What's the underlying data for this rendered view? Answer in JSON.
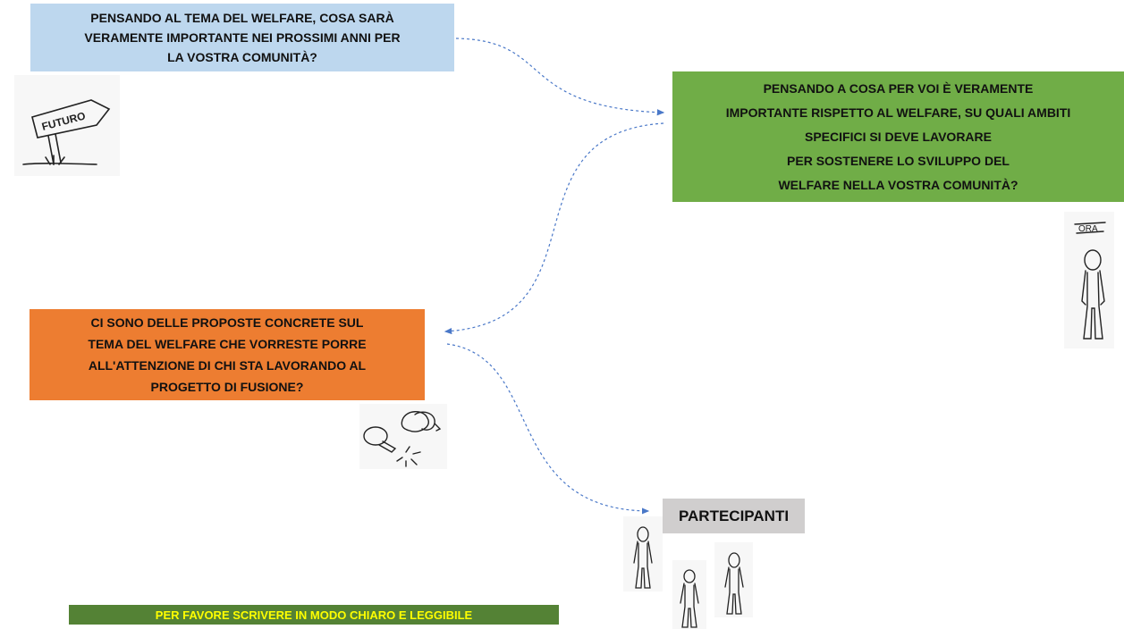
{
  "question_future": {
    "lines": [
      "PENSANDO AL TEMA DEL WELFARE, COSA SARÀ",
      "VERAMENTE  IMPORTANTE NEI PROSSIMI ANNI PER",
      "LA VOSTRA COMUNITÀ?"
    ]
  },
  "question_areas": {
    "lines": [
      "PENSANDO A COSA PER VOI È VERAMENTE",
      "IMPORTANTE RISPETTO  AL WELFARE, SU QUALI AMBITI",
      "SPECIFICI SI DEVE LAVORARE",
      "PER SOSTENERE LO SVILUPPO DEL",
      "WELFARE NELLA VOSTRA COMUNITÀ?"
    ]
  },
  "question_proposals": {
    "lines": [
      "CI SONO DELLE PROPOSTE CONCRETE SUL",
      "TEMA DEL WELFARE CHE VORRESTE PORRE",
      "ALL'ATTENZIONE  DI CHI STA LAVORANDO AL",
      "PROGETTO  DI FUSIONE?"
    ]
  },
  "participants_label": "PARTECIPANTI",
  "footer_note": "PER FAVORE SCRIVERE IN MODO CHIARO E LEGGIBILE",
  "sketches": {
    "future_sign_text": "FUTURO",
    "now_sign_text": "ORA"
  },
  "colors": {
    "future_box": "#bdd7ee",
    "areas_box": "#70ad47",
    "proposals_box": "#ed7d31",
    "participants_box": "#d0cece",
    "note_box": "#548235",
    "note_text": "#ffff00",
    "connector": "#4a78c8"
  },
  "icons": [
    "signpost-future-icon",
    "person-now-icon",
    "ideas-lightbulb-icon",
    "person-icon"
  ]
}
